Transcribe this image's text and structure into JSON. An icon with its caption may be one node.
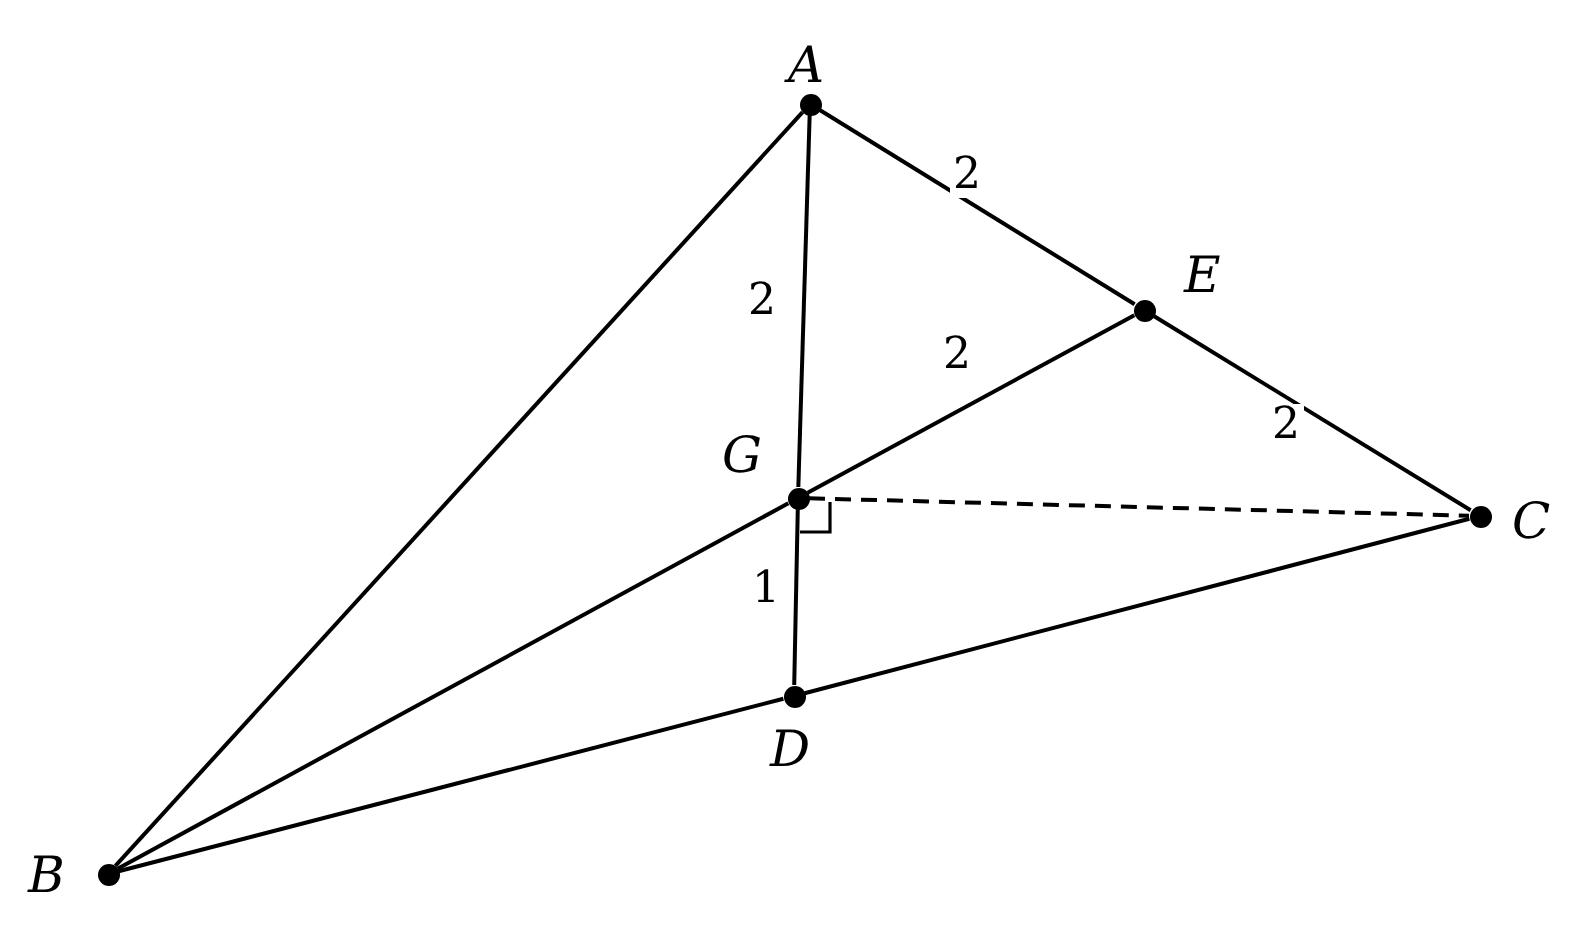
{
  "diagram": {
    "nodes": [
      {
        "text": [],
        "shape": "circle",
        "beside": [
          "A"
        ]
      },
      {
        "text": [],
        "shape": "circle",
        "beside": [
          "E"
        ]
      },
      {
        "text": [],
        "shape": "circle",
        "beside": [
          "G"
        ]
      },
      {
        "text": [],
        "shape": "circle",
        "beside": [
          "C"
        ]
      },
      {
        "text": [],
        "shape": "circle",
        "beside": [
          "D"
        ]
      },
      {
        "text": [],
        "shape": "circle",
        "beside": [
          "B"
        ]
      }
    ],
    "edges": [
      {
        "from": 0,
        "to": 5,
        "arrow": "none"
      },
      {
        "from": 0,
        "to": 2,
        "arrow": "none",
        "label": "2"
      },
      {
        "from": 2,
        "to": 4,
        "arrow": "none",
        "label": "1"
      },
      {
        "from": 0,
        "to": 1,
        "arrow": "none",
        "label": "2"
      },
      {
        "from": 1,
        "to": 3,
        "arrow": "none",
        "label": "2"
      },
      {
        "from": 5,
        "to": 2,
        "arrow": "none"
      },
      {
        "from": 2,
        "to": 1,
        "arrow": "none",
        "label": "2"
      },
      {
        "from": 5,
        "to": 4,
        "arrow": "none"
      },
      {
        "from": 4,
        "to": 3,
        "arrow": "none"
      },
      {
        "from": 2,
        "to": 3,
        "arrow": "none",
        "style": "dashed"
      }
    ]
  }
}
